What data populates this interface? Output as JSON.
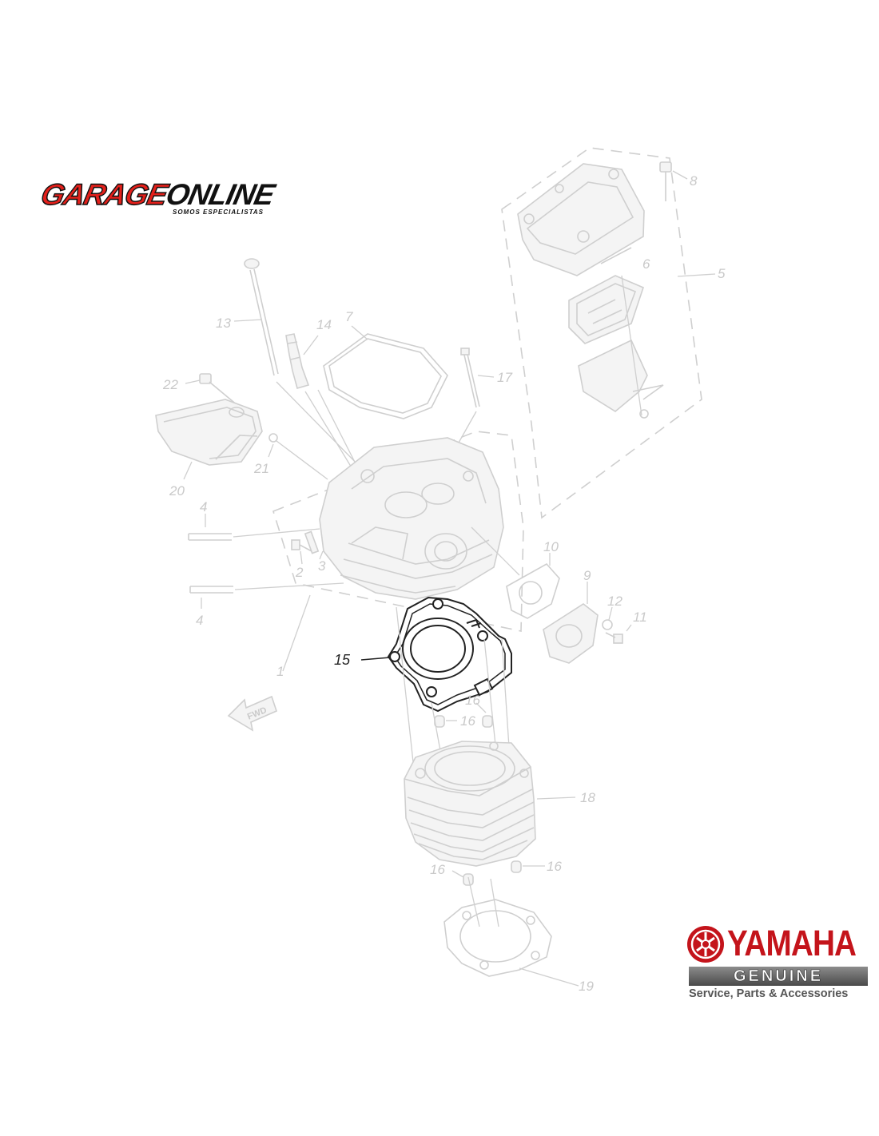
{
  "brand_logo": {
    "word_red": "GARAGE",
    "word_black": "ONLINE",
    "tagline": "SOMOS ESPECIALISTAS",
    "colors": {
      "red": "#e3201b",
      "black": "#111111"
    }
  },
  "diagram": {
    "highlighted_part": "15",
    "direction_label": "FWD",
    "callouts": {
      "p1": "1",
      "p2": "2",
      "p3": "3",
      "p4a": "4",
      "p4b": "4",
      "p5": "5",
      "p6": "6",
      "p7": "7",
      "p8": "8",
      "p9": "9",
      "p10": "10",
      "p11": "11",
      "p12": "12",
      "p13": "13",
      "p14": "14",
      "p15": "15",
      "p16a": "16",
      "p16b": "16",
      "p16c": "16",
      "p16d": "16",
      "p17": "17",
      "p18": "18",
      "p19": "19",
      "p20": "20",
      "p21": "21",
      "p22": "22"
    },
    "colors": {
      "ghost": "#cfcfcf",
      "highlight": "#222222"
    }
  },
  "yamaha_logo": {
    "word": "YAMAHA",
    "bar": "GENUINE",
    "tagline": "Service, Parts & Accessories",
    "colors": {
      "red": "#c4141b",
      "bar": "#6a6a6a"
    }
  }
}
